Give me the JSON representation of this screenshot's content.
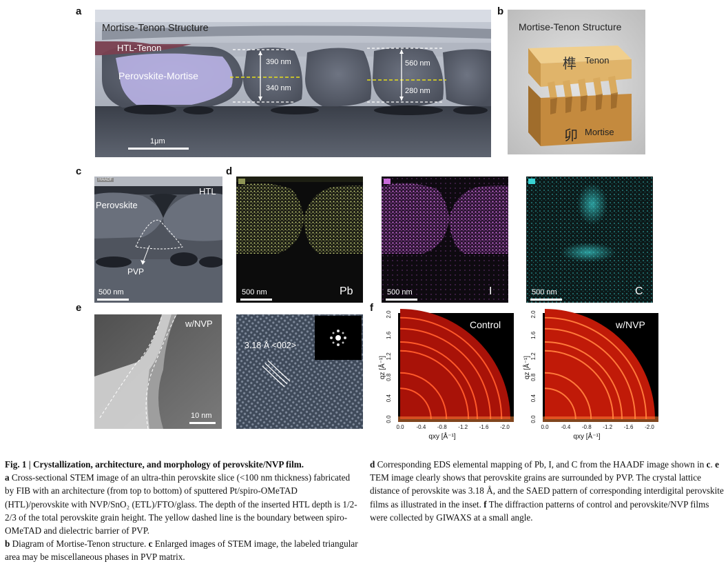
{
  "panel_labels": {
    "a": "a",
    "b": "b",
    "c": "c",
    "d": "d",
    "e": "e",
    "f": "f"
  },
  "panel_a": {
    "structure_label": "Mortise-Tenon Structure",
    "htl_label": "HTL-Tenon",
    "perovskite_label": "Perovskite-Mortise",
    "m1_top": "390 nm",
    "m1_bottom": "340 nm",
    "m2_top": "560 nm",
    "m2_bottom": "280 nm",
    "scale_bar": "1μm",
    "colors": {
      "htl": "#7a4050",
      "perovskite": "#b9b3e6",
      "dash_yellow": "#e8e01a"
    }
  },
  "panel_b": {
    "title": "Mortise-Tenon Structure",
    "tenon_char": "榫",
    "tenon_label": "Tenon",
    "mortise_char": "卯",
    "mortise_label": "Mortise",
    "colors": {
      "wood_top": "#e6c07a",
      "wood_side": "#c8964a",
      "background": "#c9c9c9"
    }
  },
  "panel_c": {
    "corner_tag": "HAADF",
    "htl_label": "HTL",
    "perovskite_label": "Perovskite",
    "pvp_label": "PVP",
    "scale_bar": "500 nm"
  },
  "panel_d": {
    "maps": [
      {
        "element": "Pb",
        "scale_bar": "500 nm",
        "color": "#c8d27a"
      },
      {
        "element": "I",
        "scale_bar": "500 nm",
        "color": "#c86ad8"
      },
      {
        "element": "C",
        "scale_bar": "500 nm",
        "color": "#3ad2d2"
      }
    ]
  },
  "panel_e": {
    "left_label": "w/NVP",
    "left_scale": "10 nm",
    "lattice_label": "3.18 Å <002>"
  },
  "panel_f": {
    "plots": [
      {
        "label": "Control"
      },
      {
        "label": "w/NVP"
      }
    ],
    "y_ticks": [
      "0.0",
      "0.4",
      "0.8",
      "1.2",
      "1.6",
      "2.0"
    ],
    "x_ticks": [
      "0.0",
      "-0.4",
      "-0.8",
      "-1.2",
      "-1.6",
      "-2.0"
    ],
    "y_axis_label": "qz [Å⁻¹]",
    "x_axis_label": "qxy [Å⁻¹]"
  },
  "caption": {
    "title": "Fig. 1 | Crystallization, architecture, and morphology of perovskite/NVP film.",
    "a_tag": "a",
    "a_text": "Cross-sectional STEM image of an ultra-thin perovskite slice (<100 nm thickness) fabricated by FIB with an architecture (from top to bottom) of sputtered Pt/spiro-OMeTAD (HTL)/perovskite with NVP/SnO₂ (ETL)/FTO/glass. The depth of the inserted HTL depth is 1/2-2/3 of the total perovskite grain height. The yellow dashed line is the boundary between spiro-OMeTAD and dielectric barrier of PVP.",
    "b_tag": "b",
    "b_text": "Diagram of Mortise-Tenon structure.",
    "c_tag": "c",
    "c_text": "Enlarged images of STEM image, the labeled triangular area may be miscellaneous phases in PVP matrix.",
    "d_tag": "d",
    "d_text": "Corresponding EDS elemental mapping of Pb, I, and C from the HAADF image shown in",
    "d_ref": "c",
    "e_tag": "e",
    "e_text": "TEM image clearly shows that perovskite grains are surrounded by PVP. The crystal lattice distance of perovskite was 3.18 Å, and the SAED pattern of corresponding interdigital perovskite films as illustrated in the inset.",
    "f_tag": "f",
    "f_text": "The diffraction patterns of control and perovskite/NVP films were collected by GIWAXS at a small angle."
  }
}
